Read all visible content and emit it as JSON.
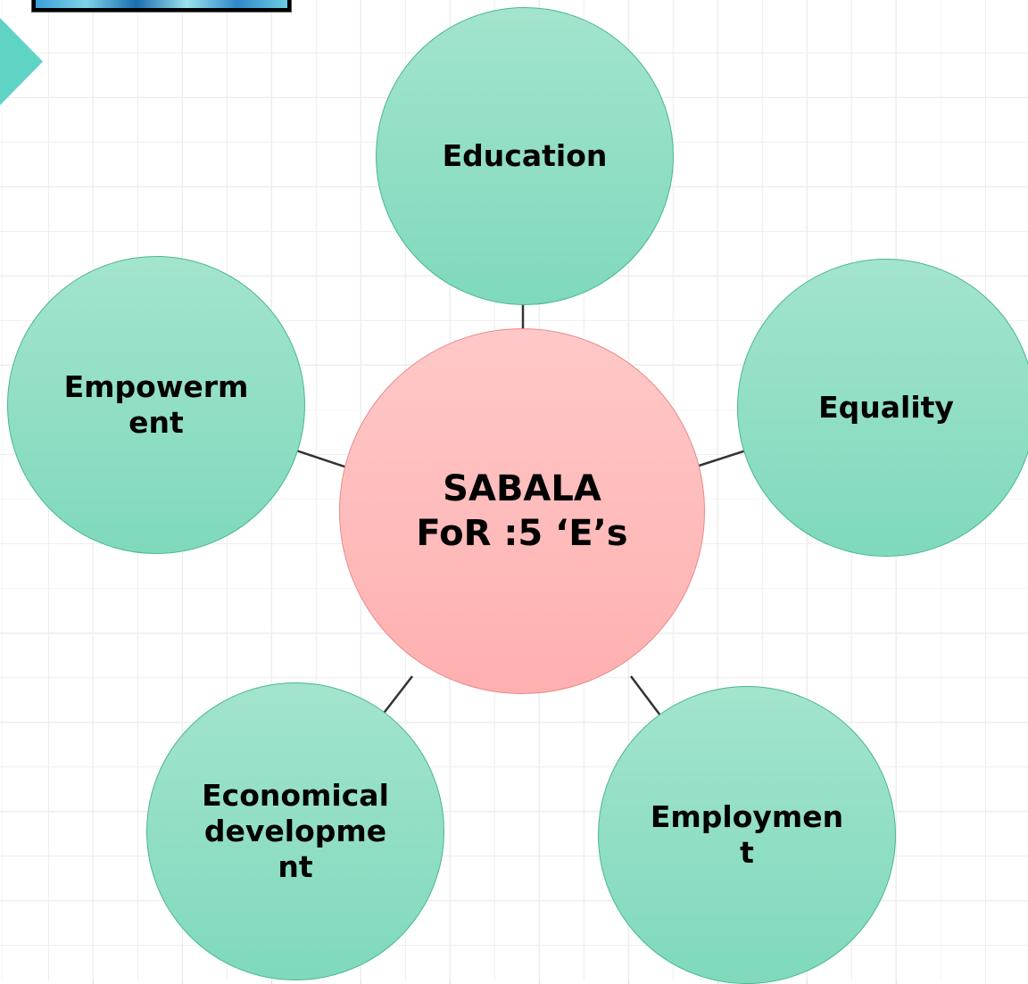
{
  "diagram": {
    "center": {
      "label": "SABALA\nFoR :5 ‘E’s"
    },
    "nodes": [
      {
        "id": "education",
        "label": "Education"
      },
      {
        "id": "equality",
        "label": "Equality"
      },
      {
        "id": "employment",
        "label": "Employmen\nt"
      },
      {
        "id": "economical",
        "label": "Economical\ndevelopme\nnt"
      },
      {
        "id": "empowerment",
        "label": "Empowerm\nent"
      }
    ],
    "colors": {
      "outer_fill": "#8fdec4",
      "outer_border": "#49b890",
      "center_fill": "#ffbcbc",
      "center_border": "#e98a8a",
      "connector": "#333333",
      "accent_arrow": "#5fd3c4"
    }
  },
  "decor": {
    "logo": "logo-image",
    "arrow": "corner-arrow-icon"
  }
}
